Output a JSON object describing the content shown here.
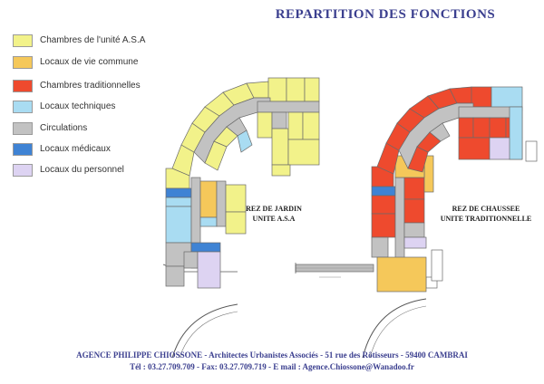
{
  "title": "REPARTITION DES FONCTIONS",
  "legend": [
    {
      "label": "Chambres de l'unité A.S.A",
      "color": "#f2f28a"
    },
    {
      "label": "Locaux de vie commune",
      "color": "#f5c85a"
    },
    {
      "label": "Chambres traditionnelles",
      "color": "#ee4a2e"
    },
    {
      "label": "Locaux techniques",
      "color": "#a9dcf2"
    },
    {
      "label": "Circulations",
      "color": "#c2c2c2"
    },
    {
      "label": "Locaux médicaux",
      "color": "#3f83d4"
    },
    {
      "label": "Locaux du personnel",
      "color": "#ddd3f2"
    }
  ],
  "plans": {
    "left": {
      "line1": "REZ DE JARDIN",
      "line2": "UNITE A.S.A"
    },
    "right": {
      "line1": "REZ DE CHAUSSEE",
      "line2": "UNITE TRADITIONNELLE"
    }
  },
  "footer": {
    "line1": "AGENCE PHILIPPE CHIOSSONE - Architectes Urbanistes Associés - 51 rue des Rôtisseurs  - 59400 CAMBRAI",
    "line2": "Tél : 03.27.709.709 - Fax: 03.27.709.719 - E mail : Agence.Chiossone@Wanadoo.fr"
  }
}
